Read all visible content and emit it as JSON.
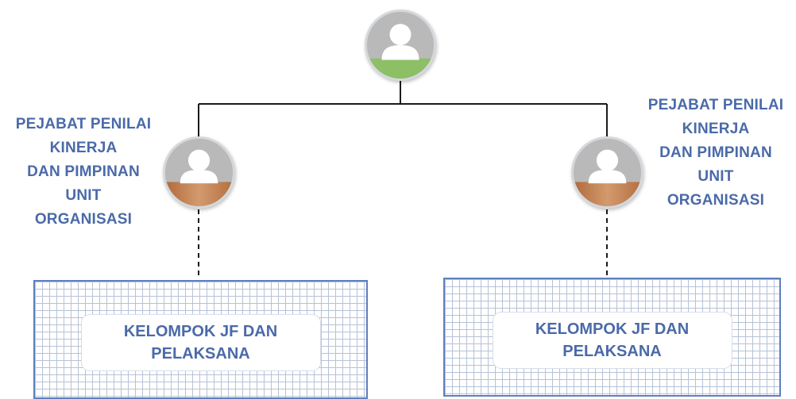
{
  "nodes": {
    "top": {
      "icon": "person-icon",
      "accent": "#8dbf65"
    },
    "left": {
      "icon": "person-icon",
      "accent": "#bf7a4a",
      "label_lines": [
        "PEJABAT PENILAI",
        "KINERJA",
        "DAN PIMPINAN",
        "UNIT",
        "ORGANISASI"
      ]
    },
    "right": {
      "icon": "person-icon",
      "accent": "#bf7a4a",
      "label_lines": [
        "PEJABAT PENILAI",
        "KINERJA",
        "DAN PIMPINAN",
        "UNIT",
        "ORGANISASI"
      ]
    }
  },
  "groups": {
    "left": {
      "lines": [
        "KELOMPOK JF DAN",
        "PELAKSANA"
      ]
    },
    "right": {
      "lines": [
        "KELOMPOK JF DAN",
        "PELAKSANA"
      ]
    }
  },
  "colors": {
    "text": "#4a6aa9",
    "grid_border": "#5d7fbf",
    "connector": "#000000"
  }
}
